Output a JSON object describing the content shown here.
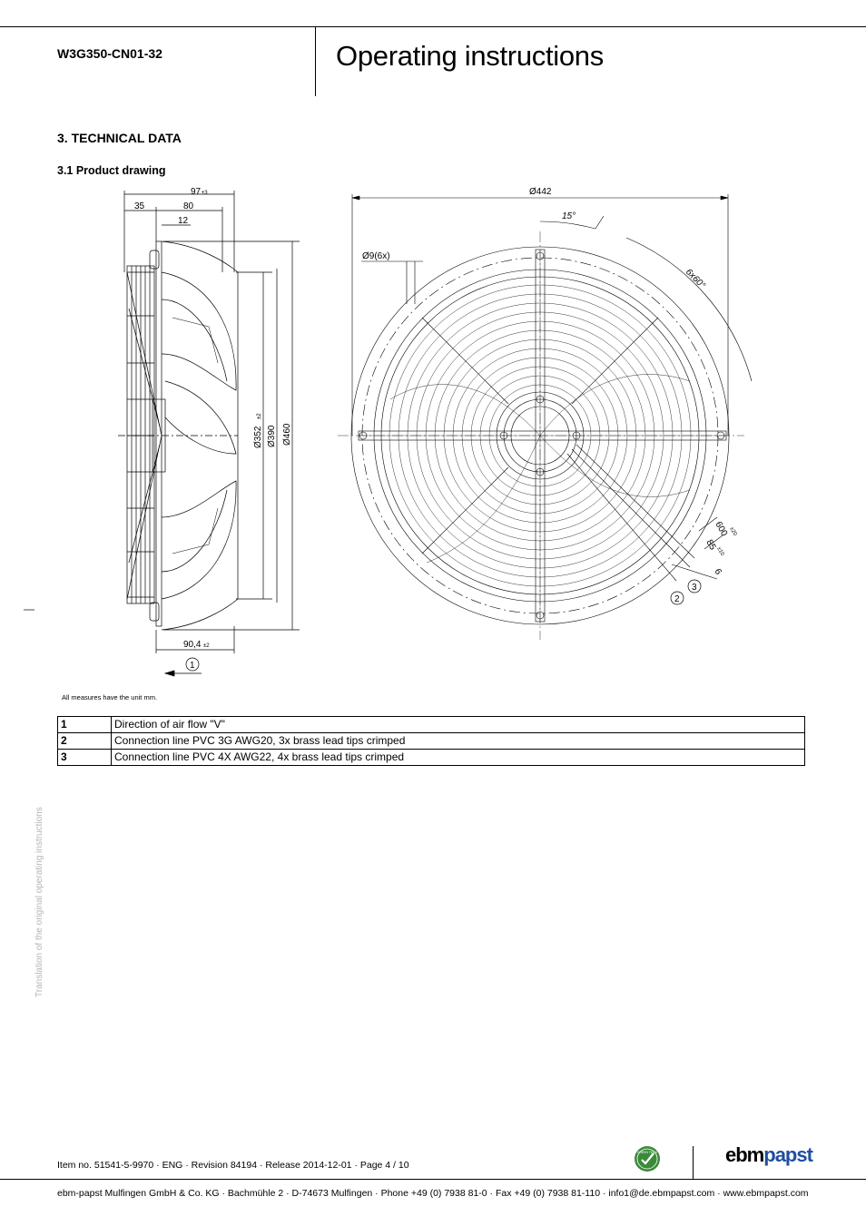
{
  "header": {
    "model": "W3G350-CN01-32",
    "title": "Operating instructions"
  },
  "section": {
    "title": "3. TECHNICAL DATA",
    "subtitle": "3.1 Product drawing"
  },
  "drawing": {
    "side_view_dims": [
      "97",
      "±3",
      "35",
      "80",
      "12",
      "Ø352",
      "±2",
      "Ø390",
      "Ø460",
      "90,4",
      "±2"
    ],
    "front_view_dims": [
      "Ø442",
      "15°",
      "Ø9(6x)",
      "6x60°",
      "600",
      "±20",
      "85",
      "±10",
      "6"
    ],
    "callouts": [
      "1",
      "2",
      "3"
    ]
  },
  "measure_note": "All measures have the unit mm.",
  "legend": {
    "rows": [
      {
        "num": "1",
        "text": "Direction of air flow \"V\""
      },
      {
        "num": "2",
        "text": "Connection line PVC 3G AWG20, 3x brass lead tips crimped"
      },
      {
        "num": "3",
        "text": "Connection line PVC 4X AWG22, 4x brass lead tips crimped"
      }
    ]
  },
  "side_note": "Translation of the original operating instructions",
  "footer": {
    "item_line": "Item no. 51541-5-9970 · ENG · Revision 84194 · Release 2014-12-01 · Page 4 / 10",
    "company_line": "ebm-papst Mulfingen GmbH & Co. KG · Bachmühle 2 · D-74673 Mulfingen · Phone +49 (0) 7938 81-0 · Fax +49 (0) 7938 81-110 · info1@de.ebmpapst.com · www.ebmpapst.com"
  },
  "logo": {
    "ebm": "ebm",
    "papst": "papst",
    "badge": "GREEN TECH"
  },
  "colors": {
    "brand_blue": "#1f4f9e",
    "green_badge": "#3a8a3a",
    "side_note_gray": "#b5b5b5"
  }
}
